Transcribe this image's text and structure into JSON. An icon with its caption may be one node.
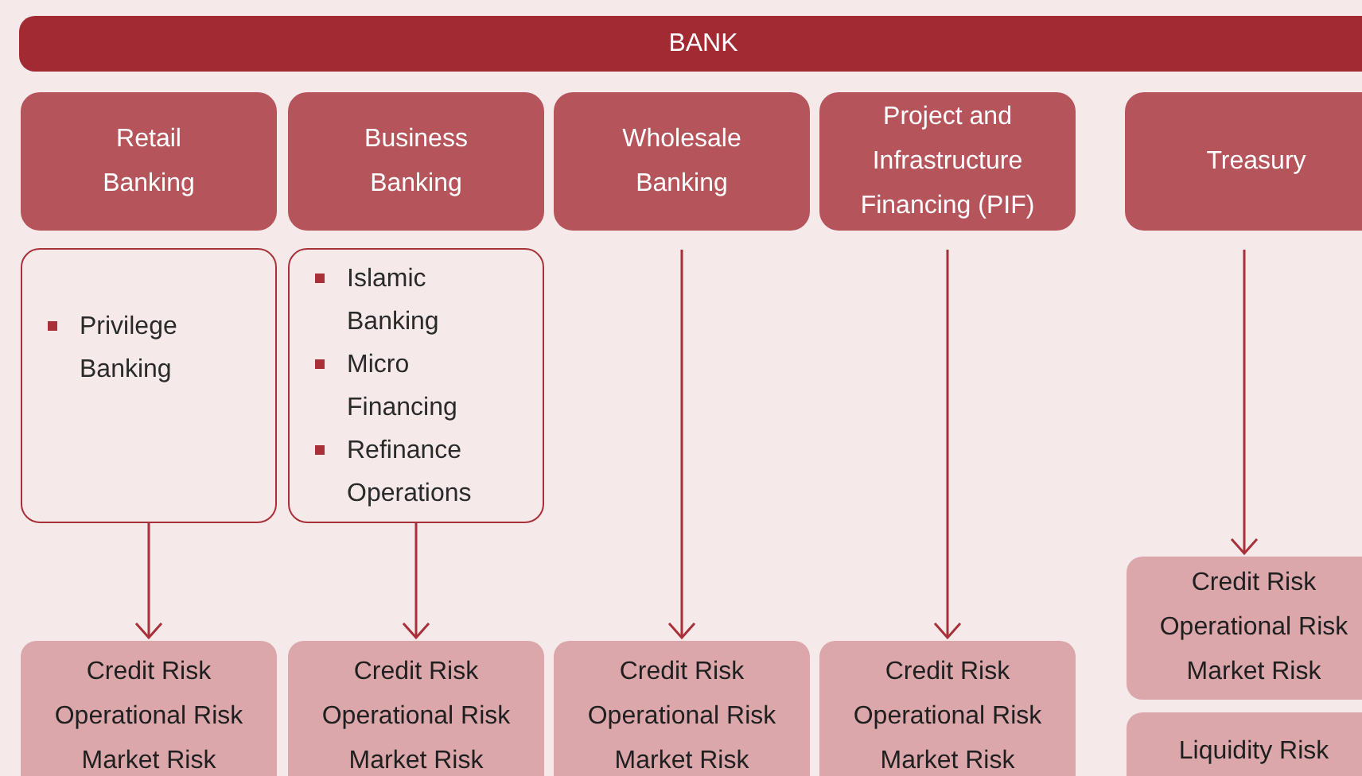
{
  "diagram": {
    "nodes": [
      {
        "text": [
          "BANK"
        ]
      },
      {
        "text": [
          "Retail Banking"
        ]
      },
      {
        "text": [
          "Business Banking"
        ]
      },
      {
        "text": [
          "Wholesale Banking"
        ]
      },
      {
        "text": [
          "Project and Infrastructure Financing (PIF)"
        ]
      },
      {
        "text": [
          "Treasury"
        ]
      },
      {
        "text": [
          "Privilege Banking"
        ]
      },
      {
        "text": [
          "Islamic Banking",
          "Micro Financing",
          "Refinance Operations"
        ]
      },
      {
        "text": [
          "Credit Risk",
          "Operational Risk",
          "Market Risk"
        ]
      },
      {
        "text": [
          "Credit Risk",
          "Operational Risk",
          "Market Risk"
        ]
      },
      {
        "text": [
          "Credit Risk",
          "Operational Risk",
          "Market Risk"
        ]
      },
      {
        "text": [
          "Credit Risk",
          "Operational Risk",
          "Market Risk"
        ]
      },
      {
        "text": [
          "Credit Risk",
          "Operational Risk",
          "Market Risk"
        ]
      },
      {
        "text": [
          "Liquidity Risk"
        ]
      }
    ],
    "edges": [
      {
        "from": 6,
        "to": 8,
        "arrow": "to"
      },
      {
        "from": 7,
        "to": 9,
        "arrow": "to"
      },
      {
        "from": 3,
        "to": 10,
        "arrow": "to"
      },
      {
        "from": 4,
        "to": 11,
        "arrow": "to"
      },
      {
        "from": 5,
        "to": 12,
        "arrow": "to"
      }
    ]
  }
}
